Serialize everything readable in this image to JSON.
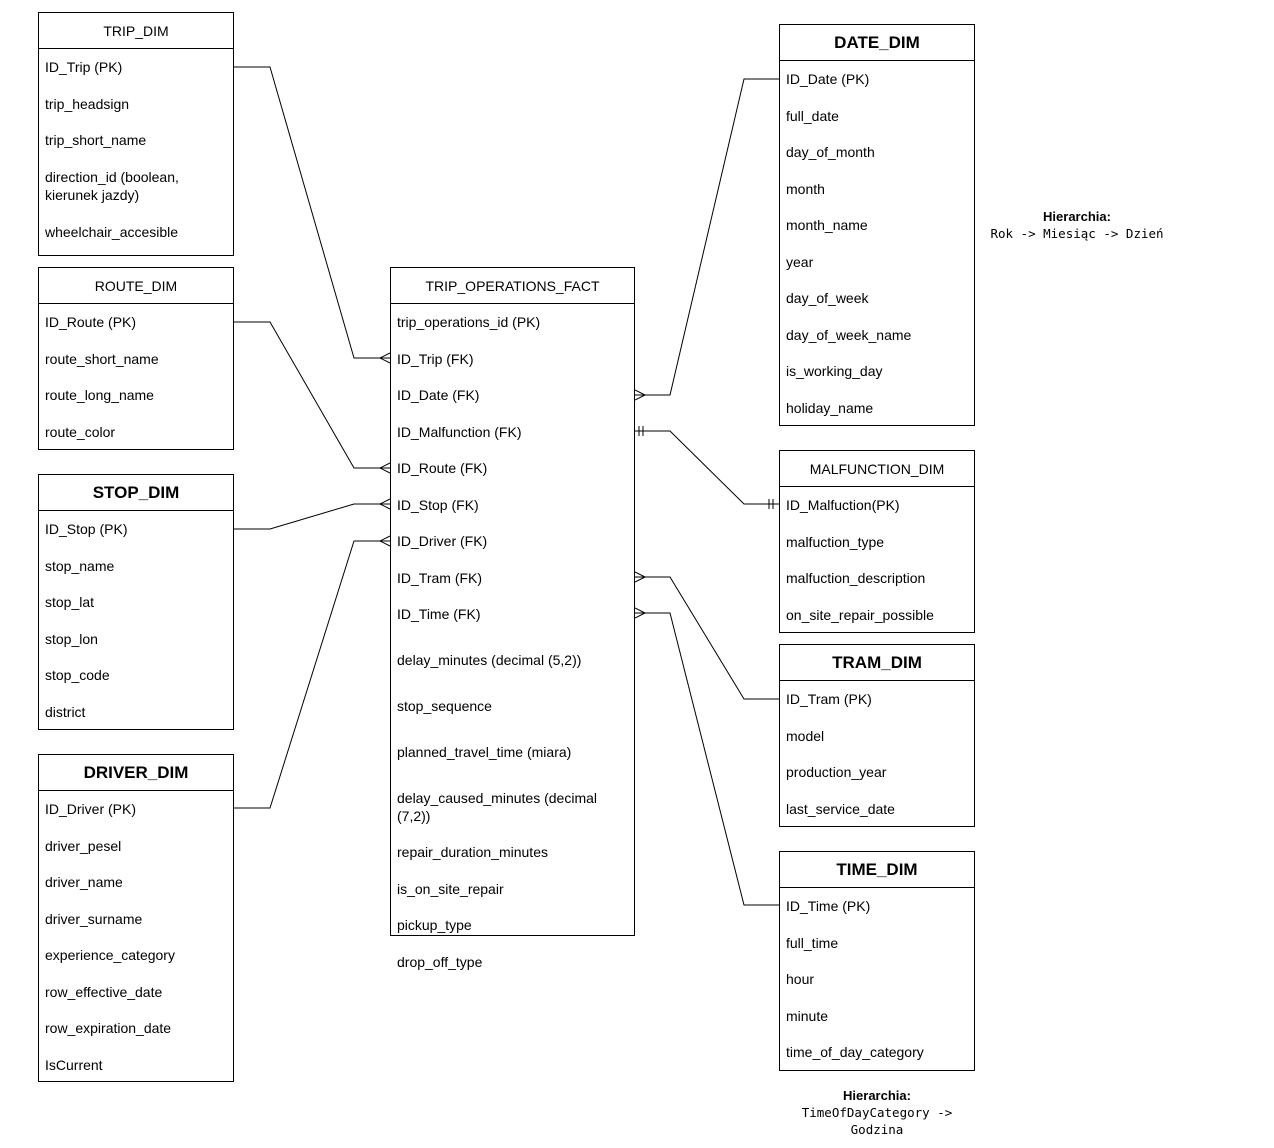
{
  "entities": {
    "trip": {
      "title": "TRIP_DIM",
      "rows": [
        "ID_Trip (PK)",
        "trip_headsign",
        "trip_short_name",
        "direction_id (boolean, kierunek jazdy)",
        "wheelchair_accesible"
      ]
    },
    "route": {
      "title": "ROUTE_DIM",
      "rows": [
        "ID_Route (PK)",
        "route_short_name",
        "route_long_name",
        "route_color"
      ]
    },
    "stop": {
      "title": "STOP_DIM",
      "rows": [
        "ID_Stop (PK)",
        "stop_name",
        "stop_lat",
        "stop_lon",
        "stop_code",
        "district"
      ]
    },
    "driver": {
      "title": "DRIVER_DIM",
      "rows": [
        "ID_Driver (PK)",
        "driver_pesel",
        "driver_name",
        "driver_surname",
        "experience_category",
        "row_effective_date",
        "row_expiration_date",
        "IsCurrent"
      ]
    },
    "fact": {
      "title": "TRIP_OPERATIONS_FACT",
      "rows": [
        "trip_operations_id (PK)",
        "ID_Trip  (FK)",
        "ID_Date (FK)",
        "ID_Malfunction (FK)",
        "ID_Route (FK)",
        "ID_Stop (FK)",
        "ID_Driver (FK)",
        "ID_Tram (FK)",
        "ID_Time (FK)",
        "delay_minutes (decimal (5,2))",
        "stop_sequence",
        "planned_travel_time (miara)",
        "delay_caused_minutes (decimal (7,2))",
        "repair_duration_minutes",
        "is_on_site_repair",
        "pickup_type",
        "drop_off_type"
      ]
    },
    "date": {
      "title": "DATE_DIM",
      "rows": [
        "ID_Date (PK)",
        "full_date",
        "day_of_month",
        "month",
        "month_name",
        "year",
        "day_of_week",
        "day_of_week_name",
        "is_working_day",
        "holiday_name"
      ]
    },
    "malfunction": {
      "title": "MALFUNCTION_DIM",
      "rows": [
        "ID_Malfuction(PK)",
        "malfuction_type",
        "malfuction_description",
        "on_site_repair_possible"
      ]
    },
    "tram": {
      "title": "TRAM_DIM",
      "rows": [
        "ID_Tram (PK)",
        "model",
        "production_year",
        "last_service_date"
      ]
    },
    "time": {
      "title": "TIME_DIM",
      "rows": [
        "ID_Time (PK)",
        "full_time",
        "hour",
        "minute",
        "time_of_day_category"
      ]
    }
  },
  "notes": {
    "date_hierarchy": {
      "title": "Hierarchia:",
      "text": "Rok -> Miesiąc -> Dzień"
    },
    "time_hierarchy": {
      "title": "Hierarchia:",
      "text": "TimeOfDayCategory ->\nGodzina"
    }
  },
  "relationships": [
    {
      "from": "trip",
      "to": "fact",
      "fk": "ID_Trip",
      "cardinality": "one-to-many"
    },
    {
      "from": "route",
      "to": "fact",
      "fk": "ID_Route",
      "cardinality": "one-to-many"
    },
    {
      "from": "stop",
      "to": "fact",
      "fk": "ID_Stop",
      "cardinality": "one-to-many"
    },
    {
      "from": "driver",
      "to": "fact",
      "fk": "ID_Driver",
      "cardinality": "one-to-many"
    },
    {
      "from": "date",
      "to": "fact",
      "fk": "ID_Date",
      "cardinality": "one-to-many"
    },
    {
      "from": "malfunction",
      "to": "fact",
      "fk": "ID_Malfunction",
      "cardinality": "one-to-one"
    },
    {
      "from": "tram",
      "to": "fact",
      "fk": "ID_Tram",
      "cardinality": "one-to-many"
    },
    {
      "from": "time",
      "to": "fact",
      "fk": "ID_Time",
      "cardinality": "one-to-many"
    }
  ]
}
